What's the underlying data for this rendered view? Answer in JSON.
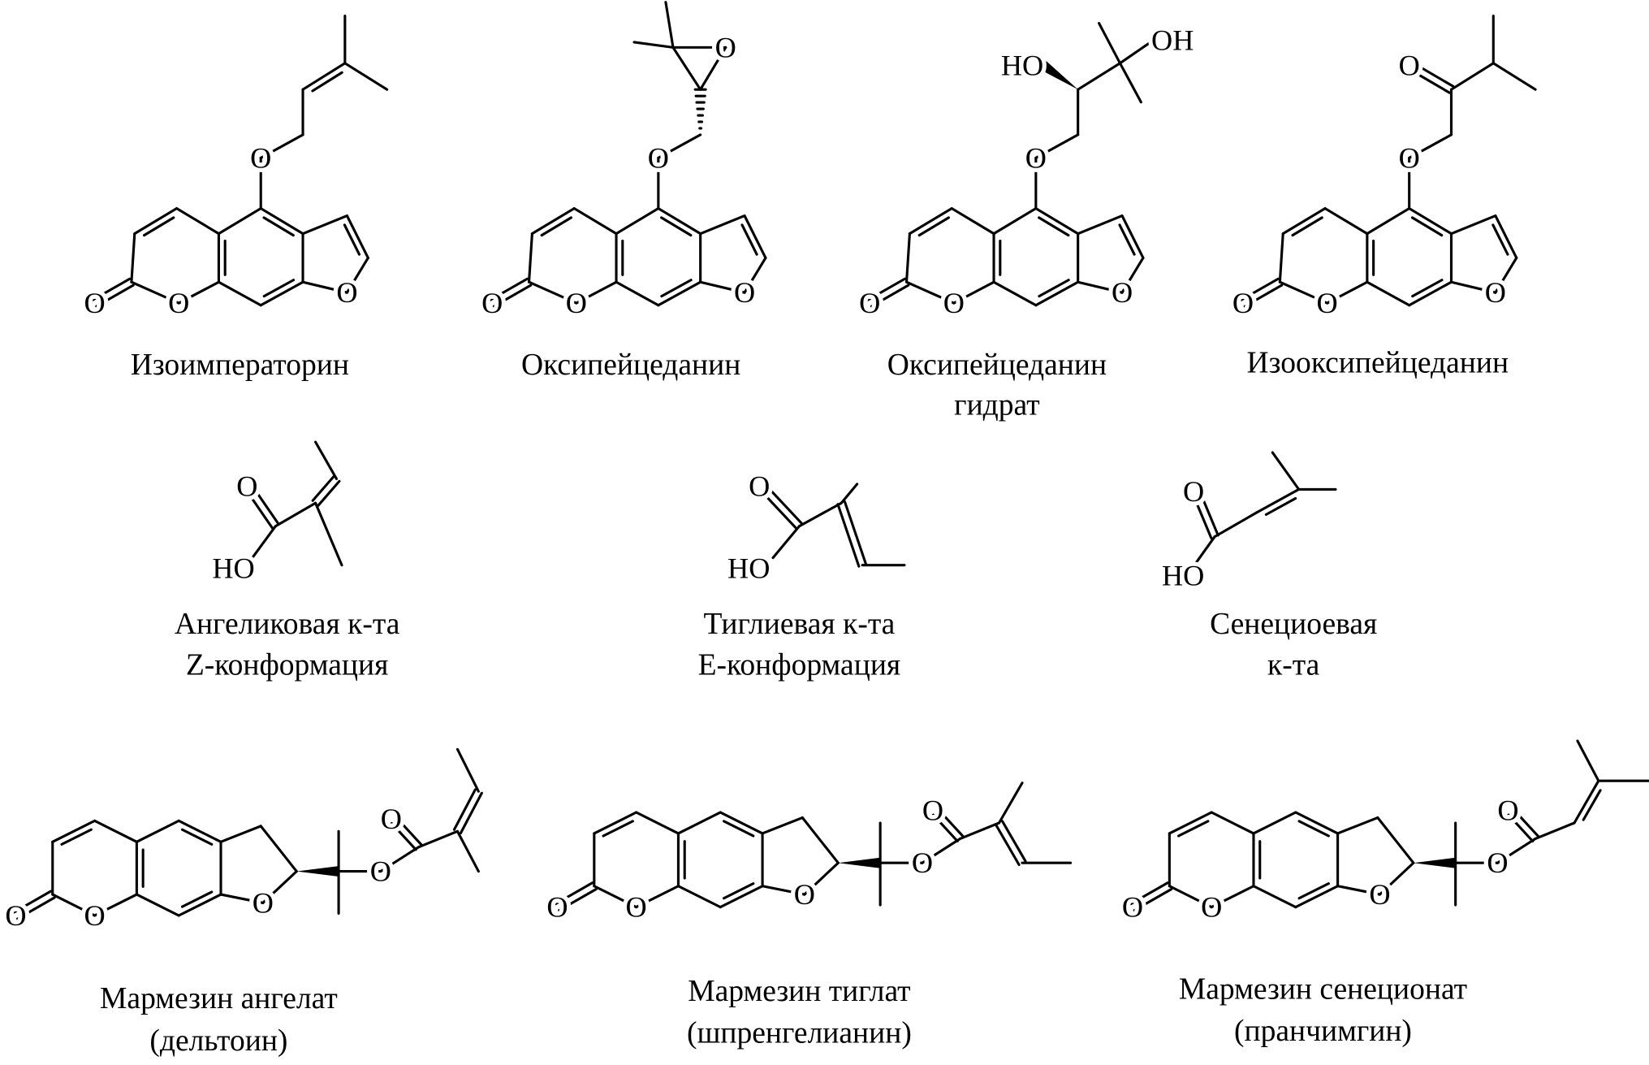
{
  "atoms": {
    "O": "O",
    "HO": "HO",
    "OH": "OH"
  },
  "compounds": {
    "isoimperatorin": {
      "name": "Изоимператорин"
    },
    "oxypeucedanin": {
      "name": "Оксипейцеданин"
    },
    "oxypeucedanin_hydrate": {
      "name": "Оксипейцеданин",
      "name2": "гидрат"
    },
    "isooxypeucedanin": {
      "name": "Изооксипейцеданин"
    },
    "angelic_acid": {
      "name": "Ангеликовая к-та",
      "name2": "Z-конформация"
    },
    "tiglic_acid": {
      "name": "Тиглиевая к-та",
      "name2": "E-конформация"
    },
    "senecioic_acid": {
      "name": "Сенециоевая",
      "name2": "к-та"
    },
    "marmesin_angelate": {
      "name": "Мармезин ангелат",
      "name2": "(дельтоин)"
    },
    "marmesin_tiglate": {
      "name": "Мармезин тиглат",
      "name2": "(шпренгелианин)"
    },
    "marmesin_senecionate": {
      "name": "Мармезин сенеционат",
      "name2": "(пранчимгин)"
    }
  }
}
